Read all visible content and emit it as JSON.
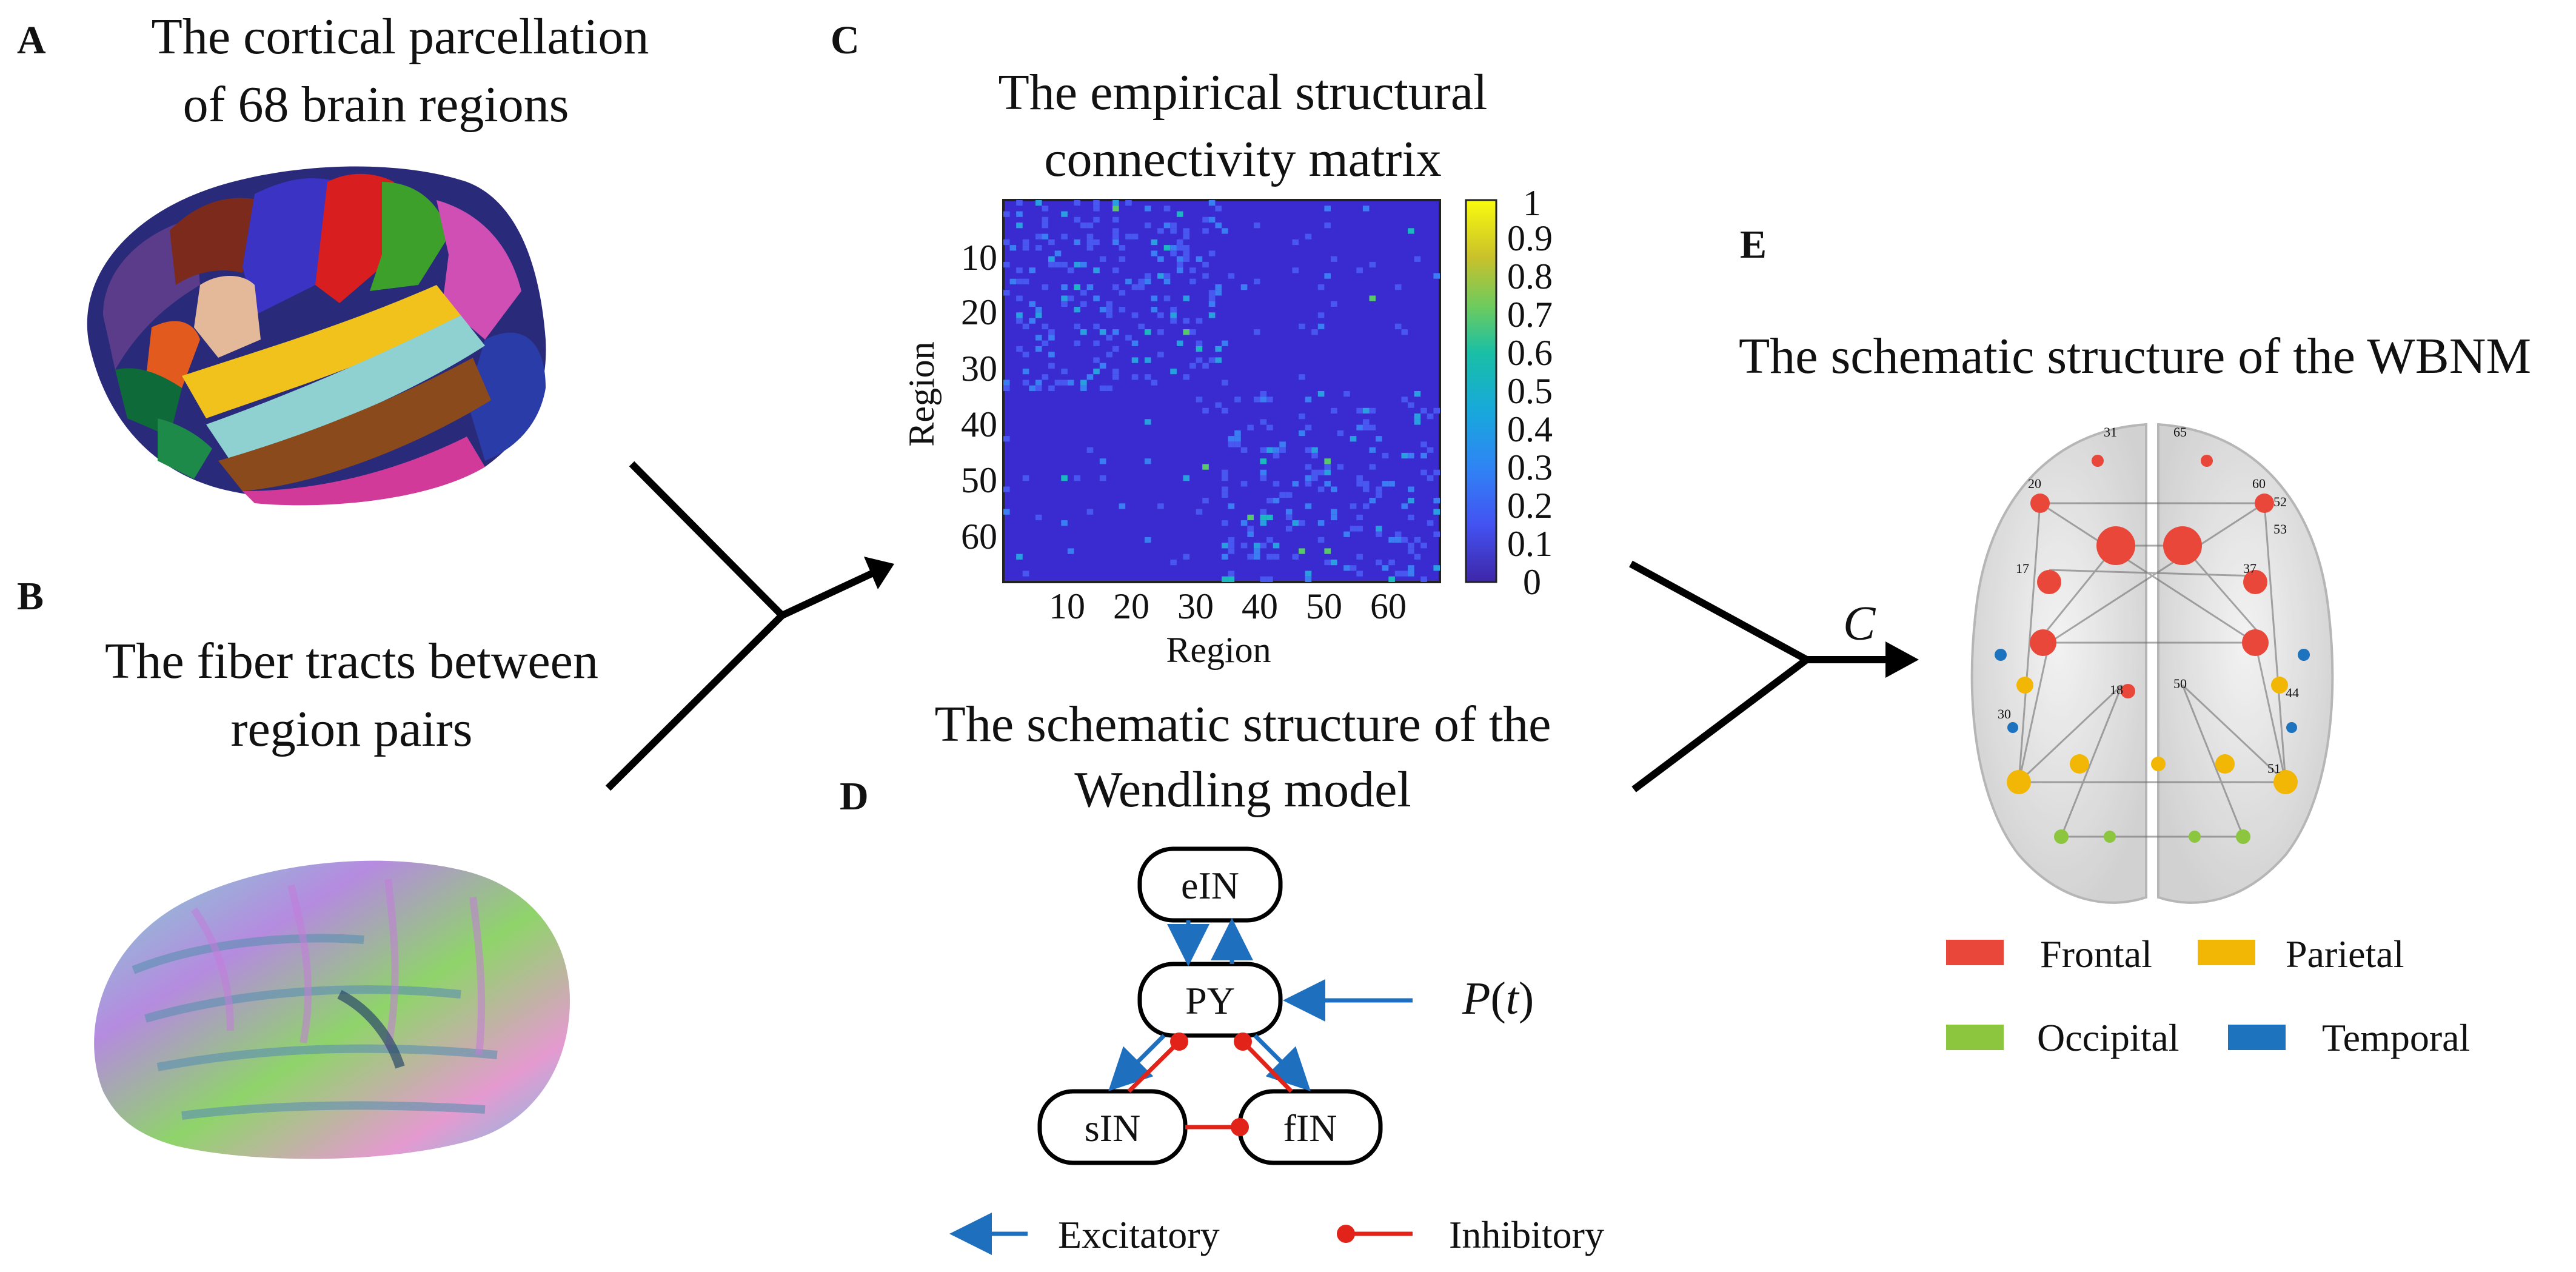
{
  "panels": {
    "A": {
      "letter": "A",
      "title_line1": "The cortical parcellation",
      "title_line2": "of 68 brain regions"
    },
    "B": {
      "letter": "B",
      "title_line1": "The fiber tracts between",
      "title_line2": "region pairs"
    },
    "C": {
      "letter": "C",
      "title_line1": "The empirical structural",
      "title_line2": "connectivity matrix",
      "xlabel": "Region",
      "ylabel": "Region",
      "ticks": [
        "10",
        "20",
        "30",
        "40",
        "50",
        "60"
      ],
      "colorbar_ticks": [
        "0",
        "0.1",
        "0.2",
        "0.3",
        "0.4",
        "0.5",
        "0.6",
        "0.7",
        "0.8",
        "0.9",
        "1"
      ]
    },
    "D": {
      "letter": "D",
      "title_line1": "The schematic structure of the",
      "title_line2": "Wendling model",
      "nodes": {
        "ein": "eIN",
        "py": "PY",
        "sin": "sIN",
        "fin": "fIN"
      },
      "input": {
        "italic": "P",
        "paren_open": "(",
        "var": "t",
        "paren_close": ")"
      },
      "legend": {
        "excitatory": "Excitatory",
        "inhibitory": "Inhibitory"
      }
    },
    "E": {
      "letter": "E",
      "title": "The schematic structure of the WBNM",
      "arrow_label": "C",
      "legend": [
        {
          "label": "Frontal",
          "color": "#e8473a"
        },
        {
          "label": "Parietal",
          "color": "#f2b705"
        },
        {
          "label": "Occipital",
          "color": "#8cc63f"
        },
        {
          "label": "Temporal",
          "color": "#1e73be"
        }
      ],
      "node_numbers": [
        "31",
        "65",
        "20",
        "60",
        "52",
        "53",
        "17",
        "18",
        "50",
        "30",
        "51",
        "44",
        "37"
      ]
    }
  },
  "colors": {
    "excitatory": "#1f6fbf",
    "inhibitory": "#e2231a",
    "matrix_bg": "#3a2bd1"
  }
}
